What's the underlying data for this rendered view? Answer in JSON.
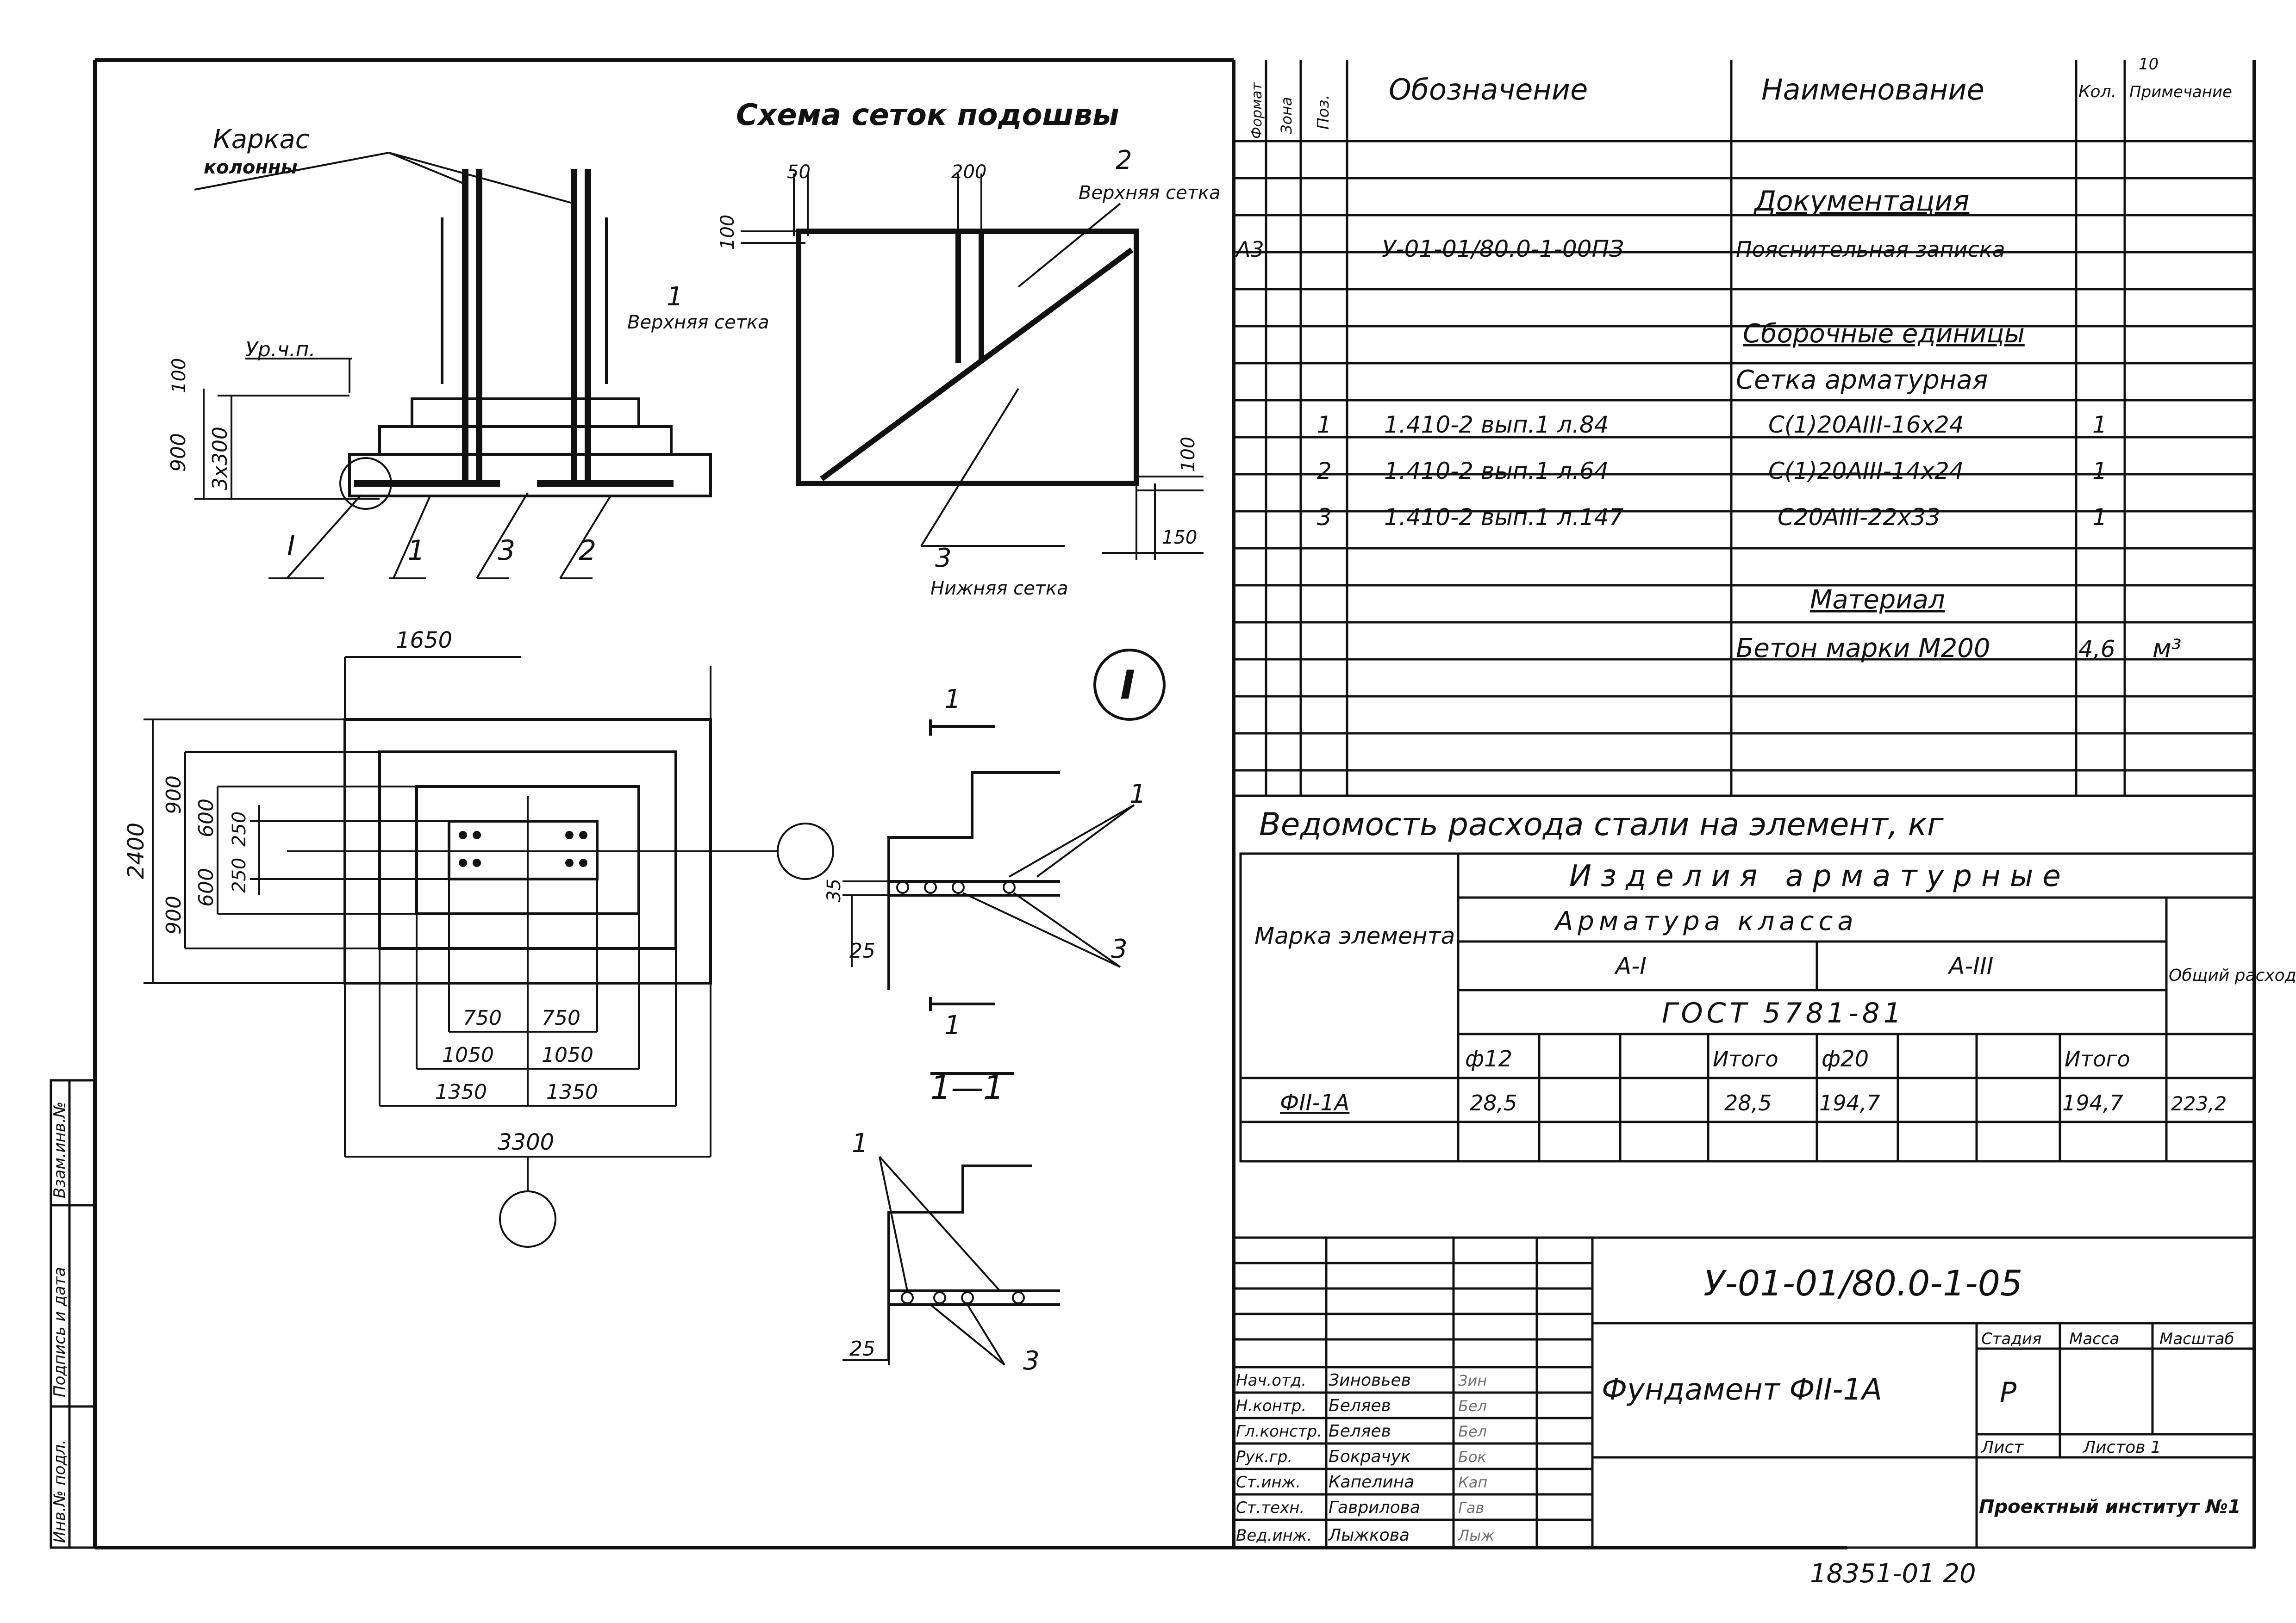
{
  "schema": {
    "title": "Схема сеток подошвы",
    "karkas_label": "Каркас",
    "kolonny_label": "колонны",
    "ur_label": "Ур.ч.п.",
    "mesh_1_label": "Верхняя сетка",
    "mesh_2_label": "Верхняя сетка",
    "mesh_3_label": "Нижняя сетка",
    "pos_numbers": [
      "1",
      "2",
      "3",
      "I"
    ],
    "dims_elev": [
      "100",
      "900",
      "3x300"
    ],
    "dims_mesh": [
      "50",
      "200",
      "100",
      "100",
      "150"
    ]
  },
  "plan": {
    "dims_top": "1650",
    "dims_left_total": "2400",
    "dims_left": [
      "900",
      "900",
      "600",
      "600",
      "250",
      "250"
    ],
    "dims_bottom_inner": [
      "750",
      "750"
    ],
    "dims_bottom_mid": [
      "1050",
      "1050"
    ],
    "dims_bottom_outer": [
      "1350",
      "1350"
    ],
    "dims_total": "3300"
  },
  "section": {
    "label": "1—1",
    "cut_marks": [
      "1",
      "1"
    ],
    "callout": "I",
    "dims": [
      "35",
      "25",
      "25"
    ],
    "pos": [
      "1",
      "3",
      "1",
      "3"
    ]
  },
  "spec": {
    "headers": [
      "Формат",
      "Зона",
      "Поз.",
      "Обозначение",
      "Наименование",
      "Кол.",
      "Приме­чание"
    ],
    "sheet_note": "10",
    "rows": [
      {
        "fmt": "",
        "zone": "",
        "pos": "",
        "oboz": "",
        "naim": "Документация",
        "kol": "",
        "prim": ""
      },
      {
        "fmt": "А3",
        "zone": "",
        "pos": "",
        "oboz": "У-01-01/80.0-1-00ПЗ",
        "naim": "Пояснительная записка",
        "kol": "",
        "prim": ""
      },
      {
        "fmt": "",
        "zone": "",
        "pos": "",
        "oboz": "",
        "naim": "Сборочные единицы",
        "kol": "",
        "prim": ""
      },
      {
        "fmt": "",
        "zone": "",
        "pos": "",
        "oboz": "",
        "naim": "Сетка арматурная",
        "kol": "",
        "prim": ""
      },
      {
        "fmt": "",
        "zone": "",
        "pos": "1",
        "oboz": "1.410-2 вып.1 л.84",
        "naim": "С(1)20АIII-16x24",
        "kol": "1",
        "prim": ""
      },
      {
        "fmt": "",
        "zone": "",
        "pos": "2",
        "oboz": "1.410-2 вып.1 л.64",
        "naim": "С(1)20АIII-14x24",
        "kol": "1",
        "prim": ""
      },
      {
        "fmt": "",
        "zone": "",
        "pos": "3",
        "oboz": "1.410-2 вып.1 л.147",
        "naim": "С20АIII-22x33",
        "kol": "1",
        "prim": ""
      },
      {
        "fmt": "",
        "zone": "",
        "pos": "",
        "oboz": "",
        "naim": "Материал",
        "kol": "",
        "prim": ""
      },
      {
        "fmt": "",
        "zone": "",
        "pos": "",
        "oboz": "",
        "naim": "Бетон марки М200",
        "kol": "4,6",
        "prim": "м³"
      }
    ]
  },
  "steel": {
    "title": "Ведомость расхода стали на элемент, кг",
    "h_izdelia": "Изделия арматурные",
    "h_marka": "Марка элемента",
    "h_armatura": "Арматура класса",
    "h_a1": "А-I",
    "h_a3": "А-III",
    "h_gost": "ГОСТ 5781-81",
    "h_total": "Общий расход",
    "sub": [
      "ф12",
      "",
      "",
      "Итого",
      "ф20",
      "",
      "",
      "Итого"
    ],
    "row": [
      "ФII-1А",
      "28,5",
      "",
      "",
      "28,5",
      "194,7",
      "",
      "",
      "194,7",
      "223,2"
    ]
  },
  "stamp": {
    "code": "У-01-01/80.0-1-05",
    "name": "Фундамент ФII-1А",
    "h_stadia": "Стадия",
    "h_massa": "Масса",
    "h_masshtab": "Масштаб",
    "stadia": "Р",
    "list": "Лист",
    "listov": "Листов 1",
    "org": "Проектный институт №1",
    "people": [
      {
        "role": "Нач.отд.",
        "name": "Зиновьев",
        "sig": "Зин"
      },
      {
        "role": "Н.контр.",
        "name": "Беляев",
        "sig": "Бел"
      },
      {
        "role": "Гл.констр.",
        "name": "Беляев",
        "sig": "Бел"
      },
      {
        "role": "Рук.гр.",
        "name": "Бокрачук",
        "sig": "Бок"
      },
      {
        "role": "Ст.инж.",
        "name": "Капелина",
        "sig": "Кап"
      },
      {
        "role": "Ст.техн.",
        "name": "Гаврилова",
        "sig": "Гав"
      },
      {
        "role": "Вед.инж.",
        "name": "Лыжкова",
        "sig": "Лыж"
      }
    ]
  },
  "side_stamp": [
    "Инв.№ подл.",
    "Подпись и дата",
    "Взам.инв.№"
  ],
  "footer": "18351-01 20"
}
